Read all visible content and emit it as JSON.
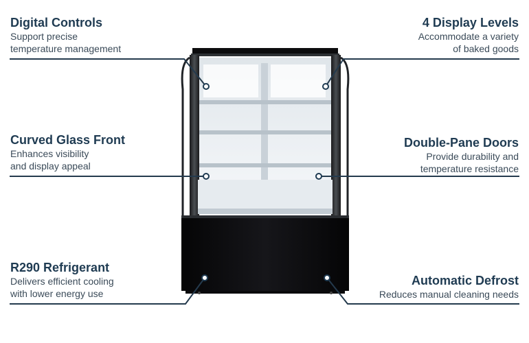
{
  "features": {
    "digital_controls": {
      "title": "Digital Controls",
      "desc": "Support precise\ntemperature management"
    },
    "display_levels": {
      "title": "4 Display Levels",
      "desc": "Accommodate a variety\nof baked goods"
    },
    "curved_glass": {
      "title": "Curved Glass Front",
      "desc": "Enhances visibility\nand display appeal"
    },
    "double_pane": {
      "title": "Double-Pane Doors",
      "desc": "Provide durability and\ntemperature resistance"
    },
    "refrigerant": {
      "title": "R290 Refrigerant",
      "desc": "Delivers efficient cooling\nwith lower energy use"
    },
    "defrost": {
      "title": "Automatic Defrost",
      "desc": "Reduces manual cleaning needs"
    }
  },
  "colors": {
    "title": "#1f3b52",
    "line": "#243a4d",
    "cabinet": "#0e0e10",
    "shelf": "#e9eef2",
    "interior": "#f4f6f8"
  }
}
